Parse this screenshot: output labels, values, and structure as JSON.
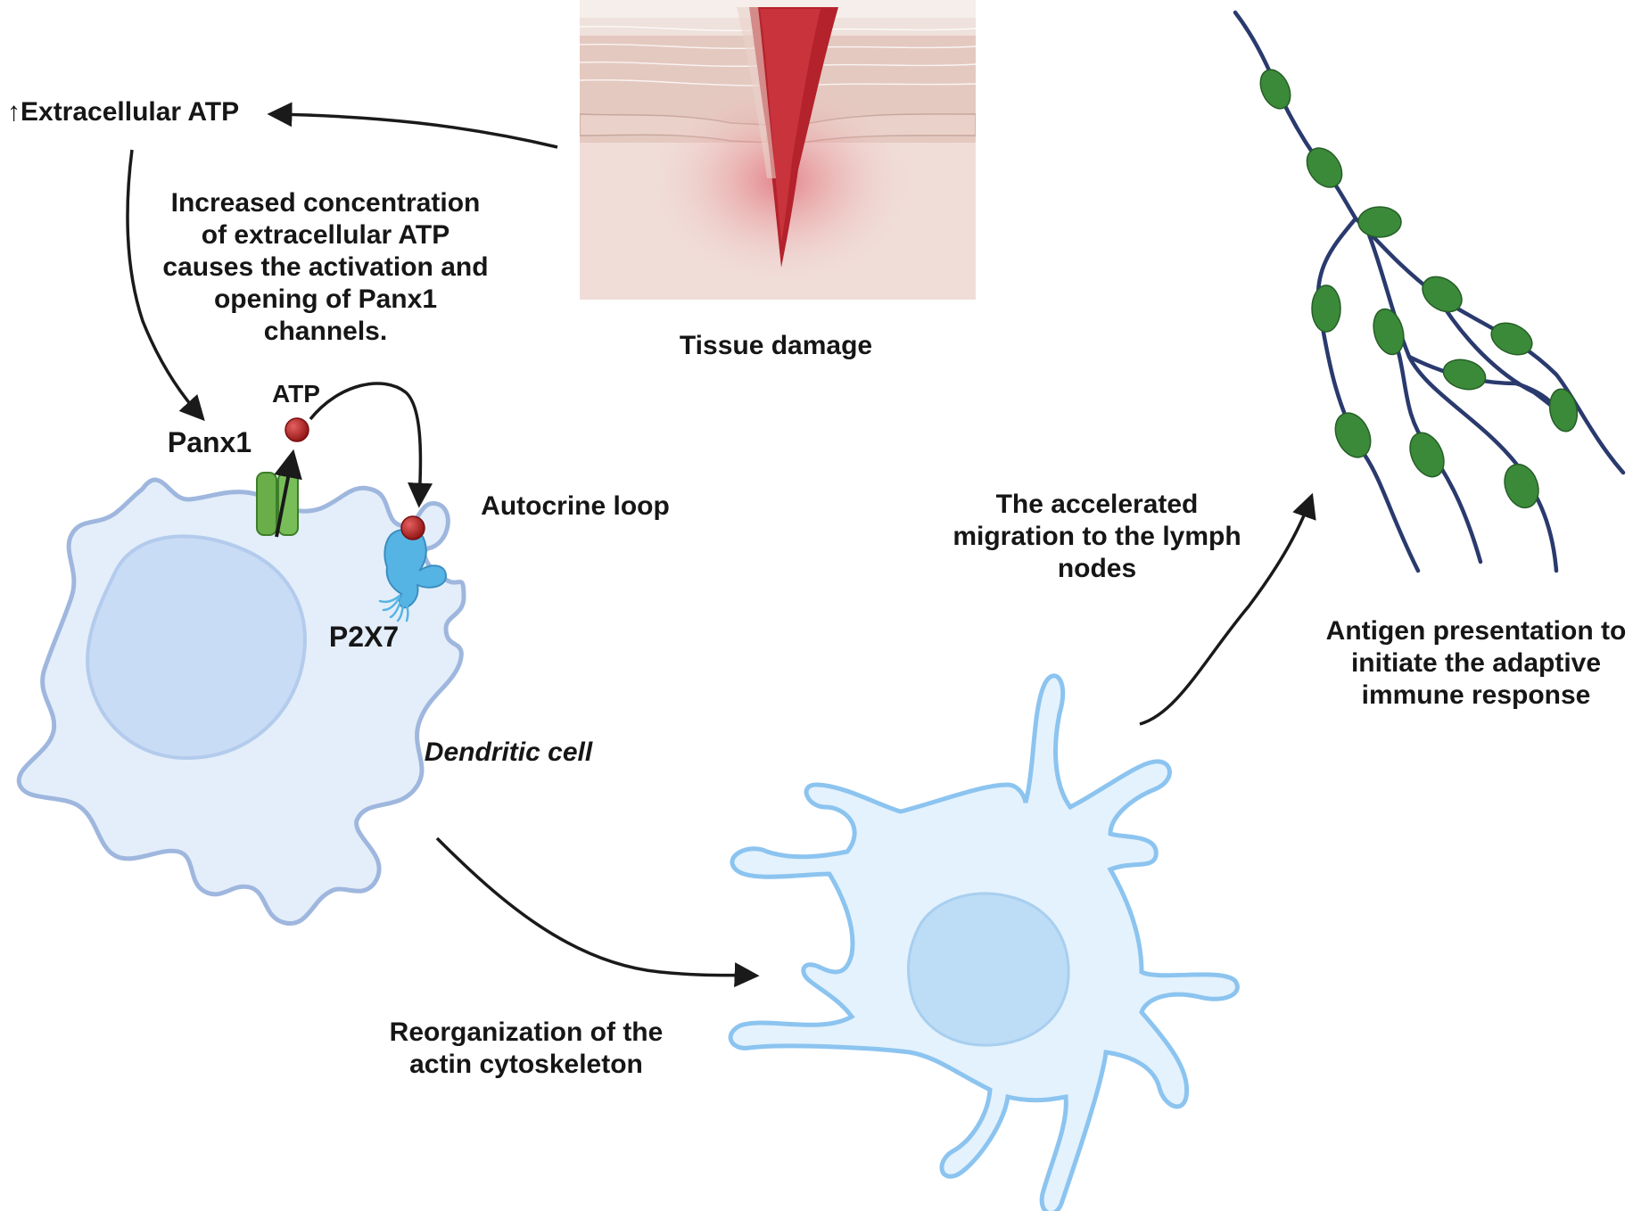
{
  "labels": {
    "extracellular_atp": "↑Extracellular ATP",
    "increased_concentration": "Increased concentration\nof extracellular ATP\ncauses the activation and\nopening of Panx1\nchannels.",
    "tissue_damage": "Tissue damage",
    "atp": "ATP",
    "panx1": "Panx1",
    "autocrine_loop": "Autocrine loop",
    "p2x7": "P2X7",
    "dendritic_cell": "Dendritic cell",
    "accelerated_migration": "The accelerated\nmigration to the lymph\nnodes",
    "antigen_presentation": "Antigen presentation to\ninitiate the adaptive\nimmune response",
    "reorganization": "Reorganization of the\nactin cytoskeleton"
  },
  "colors": {
    "cell_fill": "#e3eefa",
    "cell_outline": "#9fb7de",
    "nucleus_fill": "#c9dcf5",
    "migrating_cell_fill": "#e4f2fd",
    "migrating_cell_outline": "#8cc4f0",
    "migrating_nucleus": "#bddcf6",
    "panx1_channel": "#6aae4a",
    "p2x7_receptor": "#56b4e4",
    "atp_molecule": "#b41e1e",
    "wound": "#b4222c",
    "lymph_vessel": "#2a3a6e",
    "lymph_node": "#3b8a3a",
    "arrow": "#1a1a1a"
  },
  "icons": [
    "tissue-wound-illustration",
    "lymphatic-vessel-illustration",
    "panx1-channel-icon",
    "p2x7-receptor-icon",
    "atp-molecule-icon"
  ]
}
